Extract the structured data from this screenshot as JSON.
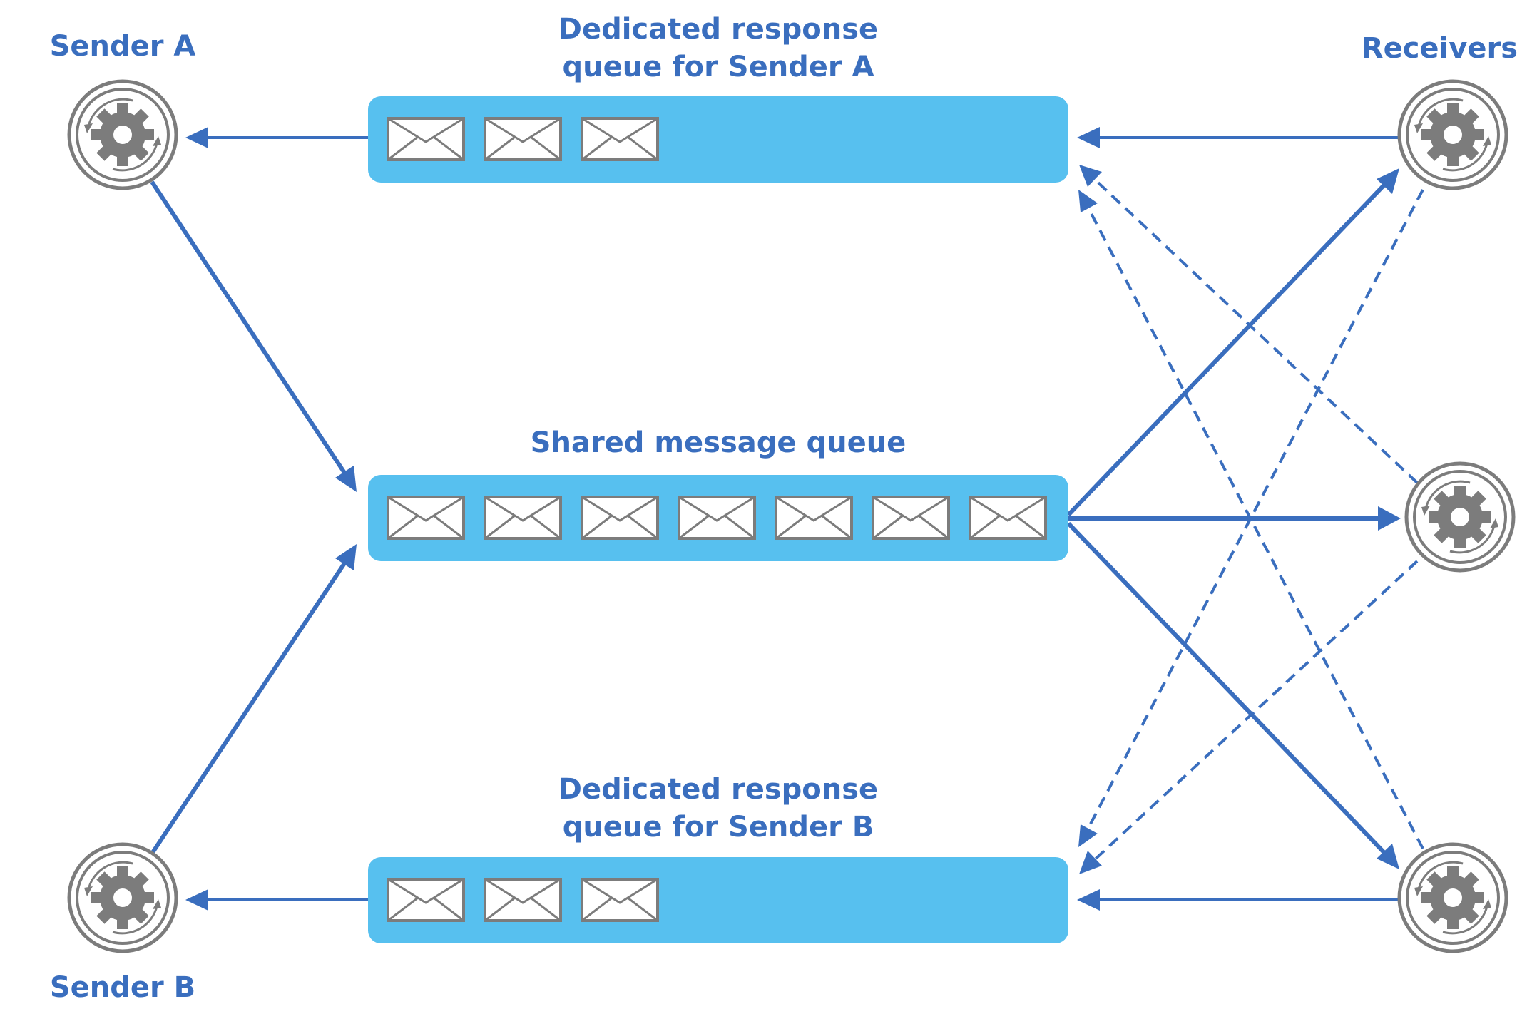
{
  "colors": {
    "arrow": "#3a6ebe",
    "label": "#3a6ebe",
    "queue_fill": "#57c0ef",
    "node_gray": "#7c7c7c",
    "envelope_fill": "#ffffff"
  },
  "icons": {
    "node": "gear-cycle-icon",
    "message": "envelope-icon"
  },
  "labels": {
    "sender_a": "Sender A",
    "sender_b": "Sender B",
    "receivers": "Receivers",
    "queue_a_line1": "Dedicated response",
    "queue_a_line2": "queue for Sender A",
    "shared_queue": "Shared message queue",
    "queue_b_line1": "Dedicated response",
    "queue_b_line2": "queue for Sender B"
  },
  "queues": {
    "response_a": {
      "message_count": 3
    },
    "shared": {
      "message_count": 7
    },
    "response_b": {
      "message_count": 3
    }
  },
  "edges": [
    {
      "from": "response-queue-a",
      "to": "sender-a",
      "style": "solid"
    },
    {
      "from": "sender-a",
      "to": "shared-queue",
      "style": "solid"
    },
    {
      "from": "sender-b",
      "to": "shared-queue",
      "style": "solid"
    },
    {
      "from": "response-queue-b",
      "to": "sender-b",
      "style": "solid"
    },
    {
      "from": "receiver-1",
      "to": "response-queue-a",
      "style": "solid"
    },
    {
      "from": "shared-queue",
      "to": "receiver-1",
      "style": "solid"
    },
    {
      "from": "shared-queue",
      "to": "receiver-2",
      "style": "solid"
    },
    {
      "from": "shared-queue",
      "to": "receiver-3",
      "style": "solid"
    },
    {
      "from": "receiver-3",
      "to": "response-queue-b",
      "style": "solid"
    },
    {
      "from": "receiver-2",
      "to": "response-queue-a",
      "style": "dashed"
    },
    {
      "from": "receiver-3",
      "to": "response-queue-a",
      "style": "dashed"
    },
    {
      "from": "receiver-1",
      "to": "response-queue-b",
      "style": "dashed"
    },
    {
      "from": "receiver-2",
      "to": "response-queue-b",
      "style": "dashed"
    }
  ]
}
